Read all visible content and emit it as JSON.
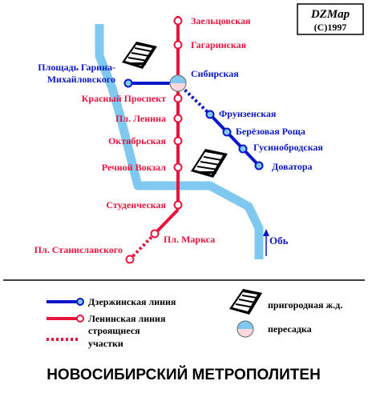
{
  "logo": {
    "brand": "DZMap",
    "copyright": "(C)1997"
  },
  "colors": {
    "leninskaya": "#e8143c",
    "dzerzhinskaya": "#0a18c8",
    "river": "#7fc8f0",
    "station_red_text": "#e8143c",
    "station_blue_text": "#0a18c8"
  },
  "river": {
    "name": "Обь"
  },
  "stations": {
    "zaeltsovskaya": "Заельцовская",
    "gagarinskaya": "Гагаринская",
    "sibirskaya": "Сибирская",
    "krasny_prospekt": "Красный Проспект",
    "pl_lenina": "Пл. Ленина",
    "oktyabrskaya": "Октябрьская",
    "rechnoy_vokzal": "Речной Вокзал",
    "studencheskaya": "Студенческая",
    "pl_marksa": "Пл. Маркса",
    "pl_stanislavskogo": "Пл. Станиславского",
    "pl_garina_1": "Площадь Гарина-",
    "pl_garina_2": "Михайловского",
    "frunzenskaya": "Фрунзенская",
    "beryozovaya_roshcha": "Берёзовая Роща",
    "gusinobrodskaya": "Гусинобродская",
    "dovatora": "Доватора"
  },
  "legend": {
    "dzerzhinskaya": "Дзержинская линия",
    "leninskaya": "Ленинская линия",
    "under_construction_1": "строящиеся",
    "under_construction_2": "участки",
    "suburban_rail": "пригородная ж.д.",
    "transfer": "пересадка"
  },
  "title": "НОВОСИБИРСКИЙ МЕТРОПОЛИТЕН",
  "icons": [
    "train-icon",
    "transfer-icon",
    "station-icon",
    "arrow-up-icon"
  ]
}
